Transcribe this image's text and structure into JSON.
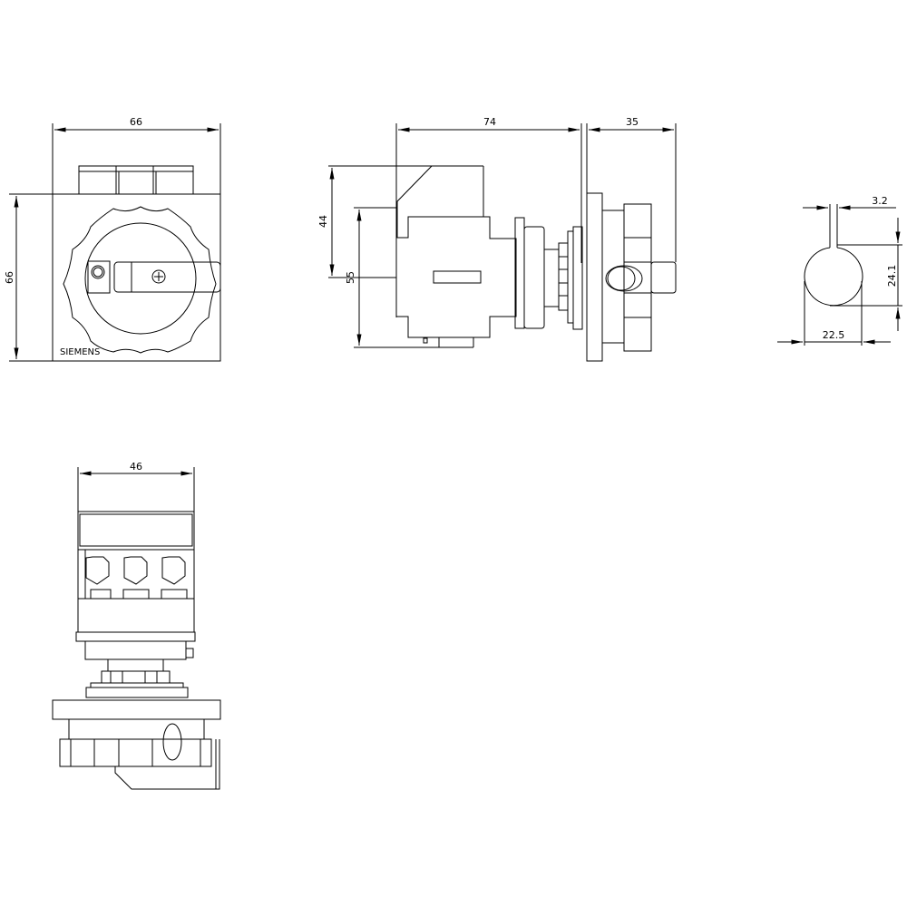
{
  "front_view": {
    "width_dim": "66",
    "height_dim": "66",
    "brand": "SIEMENS"
  },
  "side_view": {
    "depth_dim": "74",
    "handle_depth_dim": "35",
    "upper_dim": "44",
    "height_dim": "55"
  },
  "cutout_view": {
    "slot_dim": "3.2",
    "height_dim": "24.1",
    "diameter_dim": "22.5"
  },
  "bottom_view": {
    "width_dim": "46"
  },
  "colors": {
    "line": "#000000",
    "background": "#ffffff"
  }
}
